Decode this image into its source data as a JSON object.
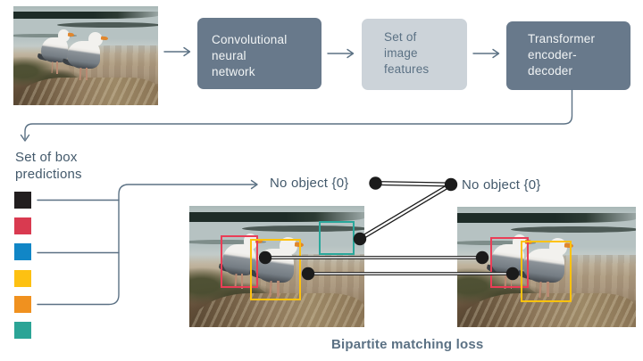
{
  "pipeline": {
    "stages": [
      {
        "label": "Convolutional neural network",
        "variant": "dark"
      },
      {
        "label": "Set of image features",
        "variant": "light"
      },
      {
        "label": "Transformer encoder-decoder",
        "variant": "dark"
      }
    ]
  },
  "predictions": {
    "title": "Set of box predictions",
    "palette": [
      {
        "name": "black",
        "hex": "#221e1f"
      },
      {
        "name": "red",
        "hex": "#d93a50"
      },
      {
        "name": "blue",
        "hex": "#1186c6"
      },
      {
        "name": "yellow",
        "hex": "#fdc112"
      },
      {
        "name": "orange",
        "hex": "#f0911f"
      },
      {
        "name": "teal",
        "hex": "#2ba496"
      }
    ]
  },
  "matching": {
    "left_no_object": "No object {0}",
    "right_no_object": "No object {0}",
    "caption": "Bipartite matching loss"
  },
  "colors": {
    "box_dark": "#68798b",
    "box_light": "#ccd3d9",
    "connector": "#5b7184",
    "match_line": "#1b1b1b",
    "bbox_red": "#ea3e57",
    "bbox_yellow": "#ffc20e",
    "bbox_teal": "#2aa79b"
  }
}
